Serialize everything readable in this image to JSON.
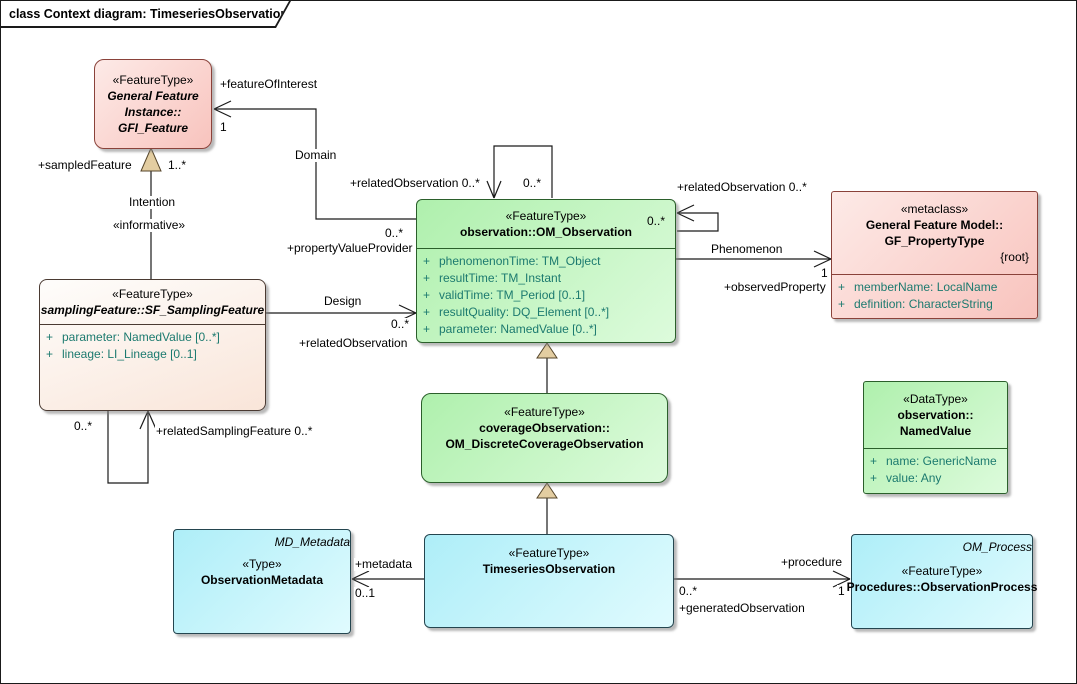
{
  "diagram": {
    "title": "class Context diagram: TimeseriesObservation"
  },
  "colors": {
    "pink_fill": "#f8c3bd",
    "green_fill": "#aff0ad",
    "cyan_fill": "#aeeef8",
    "cream_fill": "#f9e5d9",
    "attribute_text": "#1c7a6f",
    "generalization_triangle": "#e3cda1"
  },
  "boxes": {
    "gfi_feature": {
      "stereotype": "«FeatureType»",
      "name1": "General Feature",
      "name2": "Instance::",
      "name3": "GFI_Feature"
    },
    "om_observation": {
      "stereotype": "«FeatureType»",
      "name": "observation::OM_Observation",
      "corner_mult": "0..*",
      "attributes": [
        {
          "v": "+",
          "t": "phenomenonTime: TM_Object"
        },
        {
          "v": "+",
          "t": "resultTime: TM_Instant"
        },
        {
          "v": "+",
          "t": "validTime: TM_Period [0..1]"
        },
        {
          "v": "+",
          "t": "resultQuality: DQ_Element [0..*]"
        },
        {
          "v": "+",
          "t": "parameter: NamedValue [0..*]"
        }
      ]
    },
    "gf_propertytype": {
      "stereotype": "«metaclass»",
      "name1": "General Feature Model::",
      "name2": "GF_PropertyType",
      "tag": "{root}",
      "attributes": [
        {
          "v": "+",
          "t": "memberName: LocalName"
        },
        {
          "v": "+",
          "t": "definition: CharacterString"
        }
      ]
    },
    "sf_samplingfeature": {
      "stereotype": "«FeatureType»",
      "name": "samplingFeature::SF_SamplingFeature",
      "attributes": [
        {
          "v": "+",
          "t": "parameter: NamedValue [0..*]"
        },
        {
          "v": "+",
          "t": "lineage: LI_Lineage [0..1]"
        }
      ]
    },
    "coverage_observation": {
      "stereotype": "«FeatureType»",
      "name1": "coverageObservation::",
      "name2": "OM_DiscreteCoverageObservation"
    },
    "named_value": {
      "stereotype": "«DataType»",
      "name1": "observation::",
      "name2": "NamedValue",
      "attributes": [
        {
          "v": "+",
          "t": "name: GenericName"
        },
        {
          "v": "+",
          "t": "value: Any"
        }
      ]
    },
    "timeseries_observation": {
      "stereotype": "«FeatureType»",
      "name": "TimeseriesObservation"
    },
    "observation_metadata": {
      "tag": "MD_Metadata",
      "stereotype": "«Type»",
      "name": "ObservationMetadata"
    },
    "observation_process": {
      "tag": "OM_Process",
      "stereotype": "«FeatureType»",
      "name": "Procedures::ObservationProcess"
    }
  },
  "edges": {
    "feature_of_interest": {
      "role": "+featureOfInterest",
      "mult_near_gfi": "1",
      "name": "Domain",
      "mult_near_om": "0..*",
      "role_near_om": "+propertyValueProvider"
    },
    "sampled_feature": {
      "role": "+sampledFeature",
      "mult": "1..*",
      "name": "Intention",
      "stereotype": "«informative»"
    },
    "related_sampling_feature": {
      "mult": "0..*",
      "role": "+relatedSamplingFeature 0..*"
    },
    "design": {
      "name": "Design",
      "mult_near_om": "0..*",
      "role_near_om": "+relatedObservation"
    },
    "phenomenon": {
      "name": "Phenomenon",
      "mult_near_gf": "1",
      "role_near_gf": "+observedProperty"
    },
    "related_observation_top": {
      "role": "+relatedObservation 0..*",
      "mult": "0..*"
    },
    "related_observation_right": {
      "role": "+relatedObservation 0..*"
    },
    "metadata": {
      "role": "+metadata",
      "mult": "0..1"
    },
    "procedure": {
      "role": "+procedure",
      "mult_near_process": "1",
      "mult_near_tso": "0..*",
      "role_near_tso": "+generatedObservation"
    }
  }
}
